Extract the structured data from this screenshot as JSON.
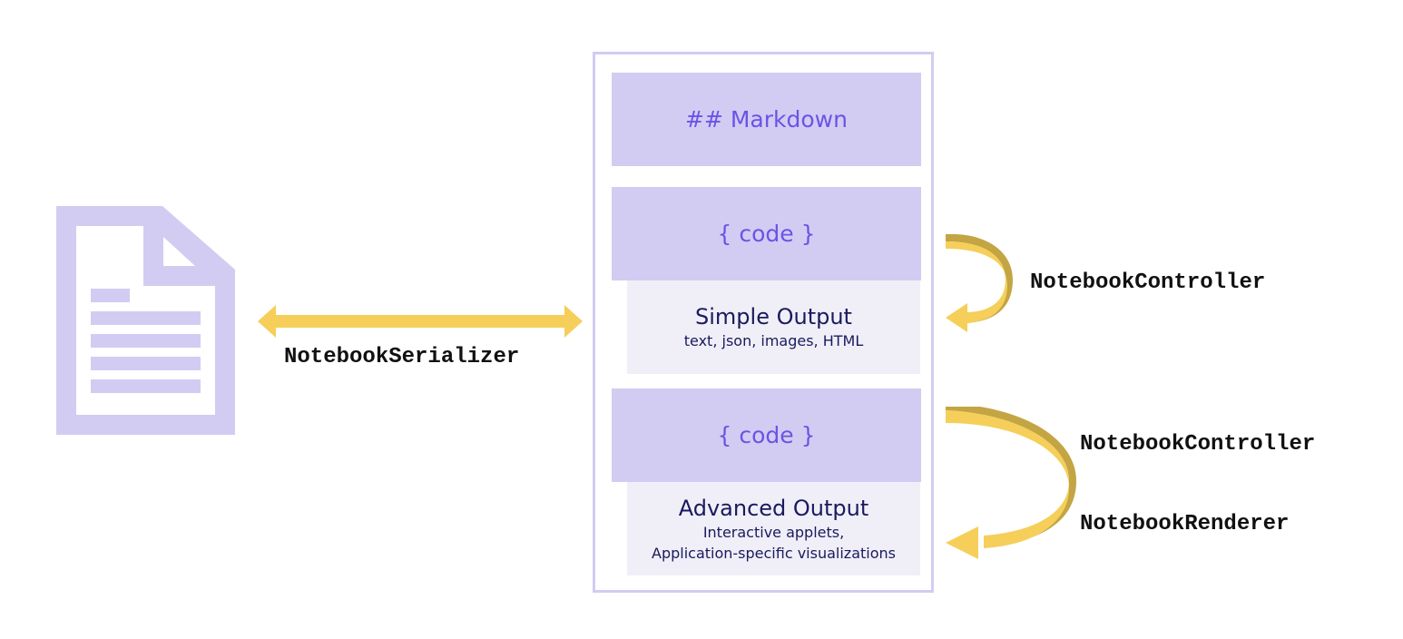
{
  "notebook": {
    "markdown_cell": "## Markdown",
    "code_cell_1": "{ code }",
    "simple_output": {
      "title": "Simple Output",
      "description": "text, json, images, HTML"
    },
    "code_cell_2": "{ code }",
    "advanced_output": {
      "title": "Advanced Output",
      "description_line1": "Interactive applets,",
      "description_line2": "Application-specific visualizations"
    }
  },
  "labels": {
    "serializer": "NotebookSerializer",
    "controller_1": "NotebookController",
    "controller_2": "NotebookController",
    "renderer": "NotebookRenderer"
  },
  "icons": {
    "document": "document-icon",
    "bidirectional_arrow": "double-arrow-icon",
    "curved_arrow_simple": "curved-arrow-icon",
    "curved_arrow_advanced": "curved-arrow-icon"
  },
  "colors": {
    "cell_fill": "#d2ccf2",
    "output_fill": "#f0eff7",
    "code_text": "#6b53e6",
    "output_text": "#1a1a5e",
    "arrow_yellow": "#f5cf5a",
    "arrow_dark": "#c4a543"
  }
}
